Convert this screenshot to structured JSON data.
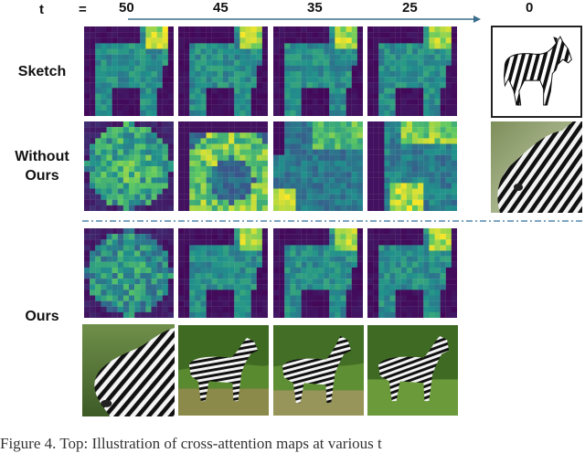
{
  "header": {
    "t_label": "t",
    "eq_label": "=",
    "timesteps": [
      "50",
      "45",
      "35",
      "25",
      "0"
    ]
  },
  "rows": {
    "sketch_label": "Sketch",
    "without_label_line1": "Without",
    "without_label_line2": "Ours",
    "ours_label": "Ours"
  },
  "caption": "Figure 4. Top: Illustration of cross-attention maps at various t",
  "colors": {
    "viridis_dark": "#440154",
    "viridis_teal": "#21918c",
    "viridis_yellow": "#fde725",
    "arrow": "#3b6e8c",
    "divider": "#2f6f9a",
    "grass": "#4a7a2a"
  }
}
